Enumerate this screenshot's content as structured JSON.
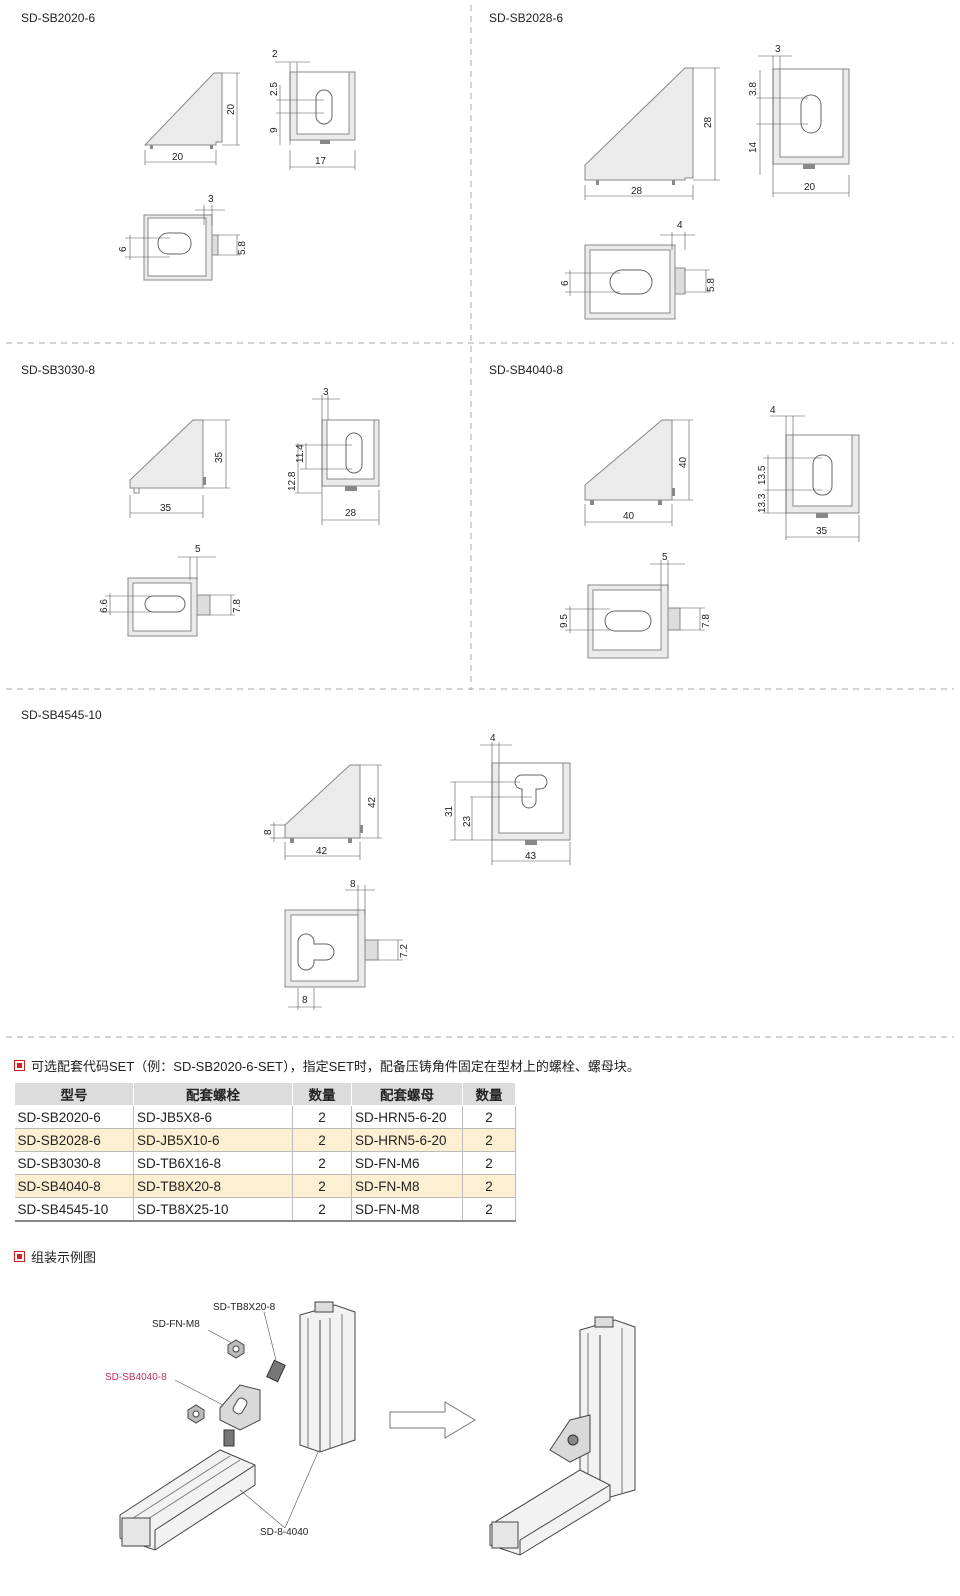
{
  "models": [
    {
      "title": "SD-SB2020-6"
    },
    {
      "title": "SD-SB2028-6"
    },
    {
      "title": "SD-SB3030-8"
    },
    {
      "title": "SD-SB4040-8"
    },
    {
      "title": "SD-SB4545-10"
    }
  ],
  "dims": {
    "m1": {
      "a": "20",
      "b": "20",
      "c": "2",
      "d": "2.5",
      "e": "9",
      "f": "17",
      "g": "3",
      "h": "6",
      "i": "5.8"
    },
    "m2": {
      "a": "28",
      "b": "28",
      "c": "3",
      "d": "3.8",
      "e": "14",
      "f": "20",
      "g": "4",
      "h": "6",
      "i": "5.8"
    },
    "m3": {
      "a": "35",
      "b": "35",
      "c": "3",
      "d": "11.4",
      "e": "12.8",
      "f": "28",
      "g": "5",
      "h": "6.6",
      "i": "7.8"
    },
    "m4": {
      "a": "40",
      "b": "40",
      "c": "4",
      "d": "13.5",
      "e": "13.3",
      "f": "35",
      "g": "5",
      "h": "9.5",
      "i": "7.8"
    },
    "m5": {
      "a": "42",
      "b": "42",
      "s": "8",
      "c": "4",
      "d": "31",
      "e": "23",
      "f": "43",
      "g": "8",
      "i": "7.2",
      "j": "8"
    }
  },
  "note": "可选配套代码SET（例：SD-SB2020-6-SET），指定SET时，配备压铸角件固定在型材上的螺栓、螺母块。",
  "table": {
    "headers": [
      "型号",
      "配套螺栓",
      "数量",
      "配套螺母",
      "数量"
    ],
    "rows": [
      [
        "SD-SB2020-6",
        "SD-JB5X8-6",
        "2",
        "SD-HRN5-6-20",
        "2"
      ],
      [
        "SD-SB2028-6",
        "SD-JB5X10-6",
        "2",
        "SD-HRN5-6-20",
        "2"
      ],
      [
        "SD-SB3030-8",
        "SD-TB6X16-8",
        "2",
        "SD-FN-M6",
        "2"
      ],
      [
        "SD-SB4040-8",
        "SD-TB8X20-8",
        "2",
        "SD-FN-M8",
        "2"
      ],
      [
        "SD-SB4545-10",
        "SD-TB8X25-10",
        "2",
        "SD-FN-M8",
        "2"
      ]
    ]
  },
  "assembly": {
    "heading": "组装示例图",
    "labels": {
      "bolt": "SD-TB8X20-8",
      "nut": "SD-FN-M8",
      "bracket": "SD-SB4040-8",
      "profile": "SD-8-4040"
    }
  },
  "colors": {
    "accent": "#d62020",
    "highlight": "#fdf0d2",
    "header": "#dcdcdc",
    "bracket_label": "#c0305a"
  }
}
